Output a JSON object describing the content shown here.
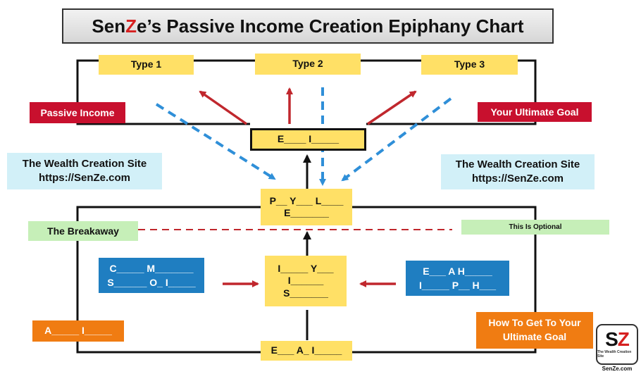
{
  "title": {
    "prefix": "Sen ",
    "z": "Z",
    "suffix": "e’s Passive Income Creation Epiphany Chart"
  },
  "types": [
    "Type 1",
    "Type 2",
    "Type 3"
  ],
  "passive_income": "Passive Income",
  "ultimate_goal": "Your Ultimate Goal",
  "top_center": "E____ I_____",
  "site_left": {
    "name": "The Wealth Creation Site",
    "url": "https://SenZe.com"
  },
  "site_right": {
    "name": "The Wealth Creation Site",
    "url": "https://SenZe.com"
  },
  "pyl": {
    "line1": "P__ Y___ L____",
    "line2": "E_______"
  },
  "breakaway": "The Breakaway",
  "optional": "This Is Optional",
  "center_box": {
    "line1": "I_____ Y___",
    "line2": "I______",
    "line3": "S_______"
  },
  "left_blue": {
    "line1": "C_____ M_______",
    "line2": "S______ O_ I_____"
  },
  "right_blue": {
    "line1": "E___ A H_____",
    "line2": "I_____ P__ H___"
  },
  "left_orange": "A_____ I_____",
  "how_to": {
    "line1": "How To Get To Your",
    "line2": "Ultimate Goal"
  },
  "bottom_center": "E___ A_ I_____",
  "logo": {
    "left": "S",
    "right": "Z",
    "tagline": "The Wealth Creation Site",
    "url": "SenZe.com"
  },
  "colors": {
    "yellow": "#ffe066",
    "red": "#c8102e",
    "arrow_red": "#c0272d",
    "dash_blue": "#2f8fd8",
    "blue": "#1f7ec1",
    "orange": "#f07c12",
    "cyan": "#d2f0f8",
    "green": "#c6efb8"
  }
}
